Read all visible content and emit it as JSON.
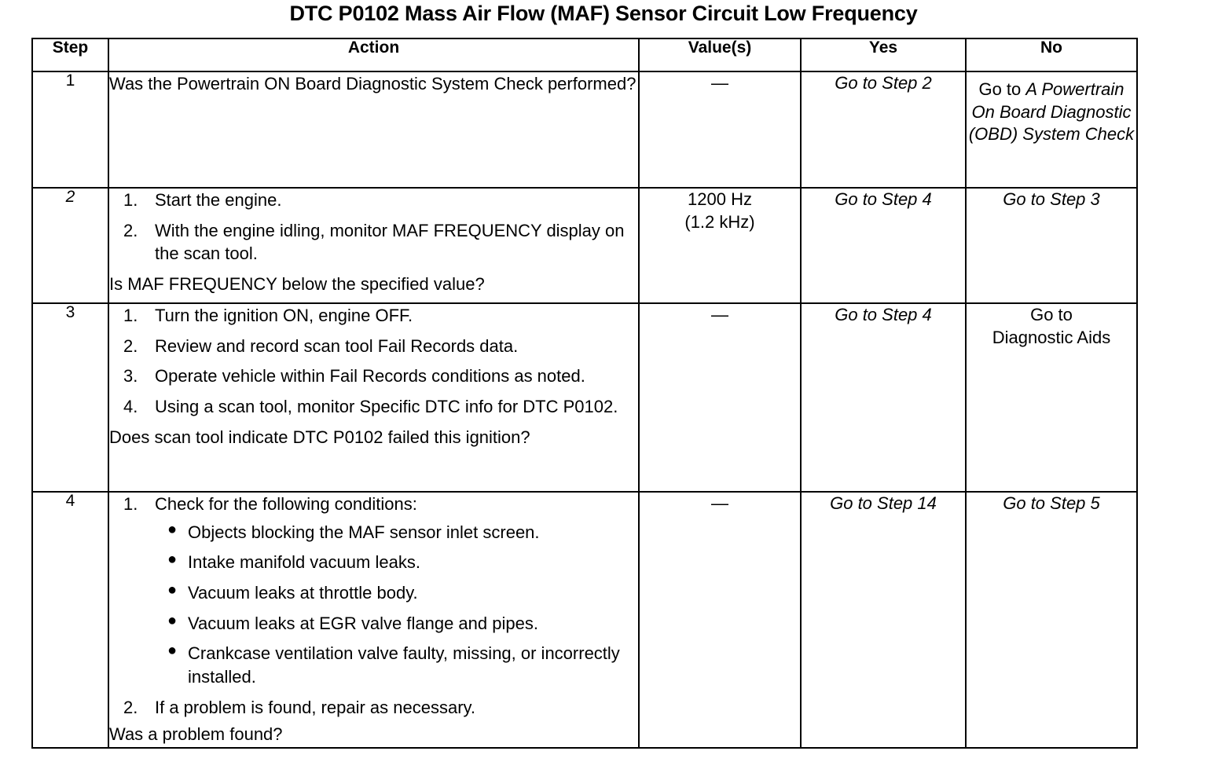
{
  "document": {
    "title": "DTC P0102 Mass Air Flow (MAF) Sensor Circuit Low Frequency"
  },
  "table": {
    "headers": {
      "step": "Step",
      "action": "Action",
      "value": "Value(s)",
      "yes": "Yes",
      "no": "No"
    },
    "rows": [
      {
        "step": "1",
        "step_italic": false,
        "action": {
          "lead": "Was the Powertrain ON Board Diagnostic System Check performed?",
          "numbered": [],
          "bullets": [],
          "tail": ""
        },
        "value": "—",
        "yes": "Go to Step 2",
        "yes_italic": true,
        "no_prefix": "Go to ",
        "no_italic_text": "A Powertrain On Board Diagnostic (OBD) System Check",
        "no": "Go to A Powertrain On Board Diagnostic (OBD) System Check"
      },
      {
        "step": "2",
        "step_italic": true,
        "action": {
          "lead": "",
          "numbered": [
            {
              "num": "1.",
              "text": "Start the engine."
            },
            {
              "num": "2.",
              "text": "With the engine idling, monitor MAF FREQUENCY display on the scan tool."
            }
          ],
          "bullets": [],
          "tail": "Is MAF FREQUENCY below the specified value?"
        },
        "value": "1200 Hz\n(1.2 kHz)",
        "value_line1": "1200 Hz",
        "value_line2": "(1.2 kHz)",
        "yes": "Go to Step 4",
        "yes_italic": true,
        "no": "Go to Step 3",
        "no_italic": true
      },
      {
        "step": "3",
        "step_italic": false,
        "action": {
          "lead": "",
          "numbered": [
            {
              "num": "1.",
              "text": "Turn the ignition ON, engine OFF."
            },
            {
              "num": "2.",
              "text": "Review and record scan tool Fail Records data."
            },
            {
              "num": "3.",
              "text": "Operate vehicle within Fail Records conditions as noted."
            },
            {
              "num": "4.",
              "text": "Using a scan tool, monitor Specific DTC info for DTC P0102."
            }
          ],
          "bullets": [],
          "tail": "Does scan tool indicate DTC P0102 failed this ignition?"
        },
        "value": "—",
        "yes": "Go to Step 4",
        "yes_italic": true,
        "no": "Go to\nDiagnostic Aids",
        "no_line1": "Go to",
        "no_line2": "Diagnostic Aids",
        "no_italic": false
      },
      {
        "step": "4",
        "step_italic": false,
        "action": {
          "lead": "",
          "numbered": [
            {
              "num": "1.",
              "text": "Check for the following conditions:"
            },
            {
              "num": "2.",
              "text": "If a problem is found, repair as necessary."
            }
          ],
          "bullets": [
            "Objects blocking the MAF sensor inlet screen.",
            "Intake manifold vacuum leaks.",
            "Vacuum leaks at throttle body.",
            "Vacuum leaks at EGR valve flange and pipes.",
            "Crankcase ventilation valve faulty, missing, or incorrectly installed."
          ],
          "tail": "Was a problem found?"
        },
        "value": "—",
        "yes": "Go to Step 14",
        "yes_italic": true,
        "no": "Go to Step 5",
        "no_italic": true
      }
    ]
  },
  "colors": {
    "text": "#000000",
    "background": "#ffffff",
    "border": "#000000"
  }
}
